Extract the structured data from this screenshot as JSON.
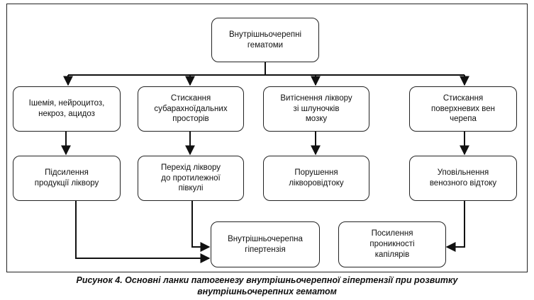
{
  "diagram": {
    "nodes": {
      "root": "Внутрішньочерепні\nгематоми",
      "ischemia": "Ішемія, нейроцитоз,\nнекроз, ацидоз",
      "compression_subarachnoid": "Стискання\nсубарахноїдальних\nпросторів",
      "displacement_liquor": "Витіснення ліквору\nзі шлуночків\nмозку",
      "compression_veins": "Стискання\nповерхневих вен\nчерепа",
      "increased_production": "Підсилення\nпродукції ліквору",
      "liquor_transition": "Перехід ліквору\nдо протилежної\nпівкулі",
      "outflow_disorder": "Порушення\nлікворовідтоку",
      "venous_slowdown": "Уповільнення\nвенозного відтоку",
      "hypertension": "Внутрішньочерепна\nгіпертензія",
      "capillary_permeability": "Посилення\nпроникності\nкапілярів"
    },
    "edges": [
      [
        "root",
        "ischemia"
      ],
      [
        "root",
        "compression_subarachnoid"
      ],
      [
        "root",
        "displacement_liquor"
      ],
      [
        "root",
        "compression_veins"
      ],
      [
        "ischemia",
        "increased_production"
      ],
      [
        "compression_subarachnoid",
        "liquor_transition"
      ],
      [
        "displacement_liquor",
        "outflow_disorder"
      ],
      [
        "compression_veins",
        "venous_slowdown"
      ],
      [
        "increased_production",
        "hypertension"
      ],
      [
        "liquor_transition",
        "hypertension"
      ],
      [
        "venous_slowdown",
        "capillary_permeability"
      ]
    ]
  },
  "caption": "Рисунок 4. Основні ланки патогенезу внутрішньочерепної гіпертензії при розвитку\nвнутрішньочерепних гематом"
}
